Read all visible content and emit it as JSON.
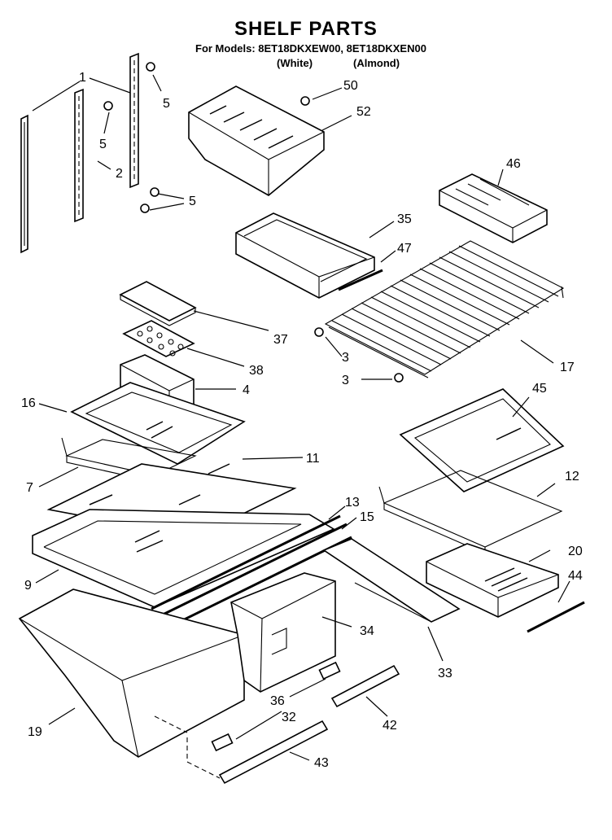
{
  "header": {
    "title": "SHELF PARTS",
    "models_line": "For Models: 8ET18DKXEW00, 8ET18DKXEN00",
    "variant_white": "(White)",
    "variant_almond": "(Almond)"
  },
  "callouts": [
    "1",
    "2",
    "3",
    "4",
    "5",
    "7",
    "9",
    "11",
    "12",
    "13",
    "15",
    "16",
    "17",
    "19",
    "20",
    "32",
    "33",
    "34",
    "35",
    "36",
    "37",
    "38",
    "42",
    "43",
    "44",
    "45",
    "46",
    "47",
    "50",
    "52"
  ]
}
